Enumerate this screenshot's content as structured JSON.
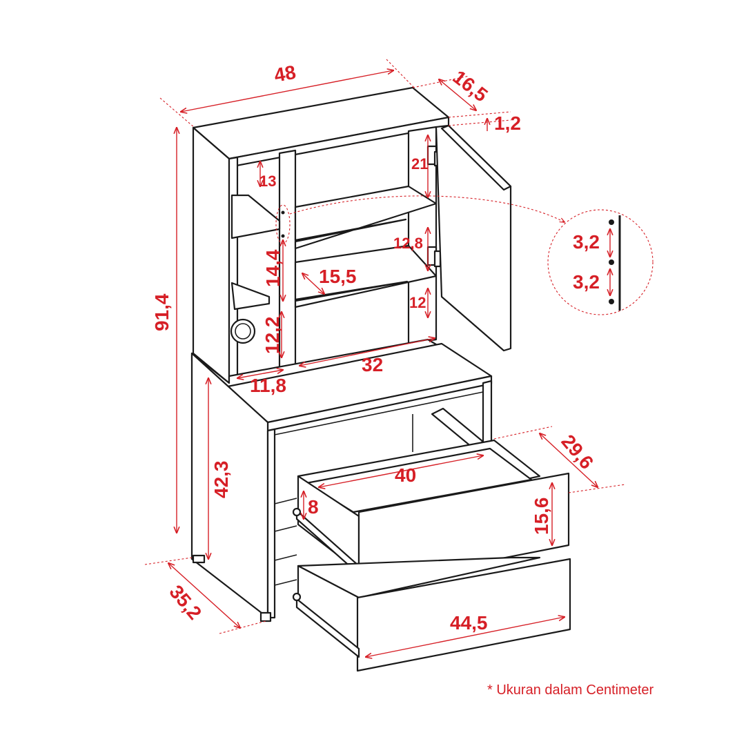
{
  "dimensions": {
    "top_width": "48",
    "top_depth": "16,5",
    "top_thickness": "1,2",
    "total_height": "91,4",
    "compartment_height": "13",
    "door_upper": "21",
    "door_middle": "12,8",
    "door_lower": "12",
    "shelf_height": "14,4",
    "shelf_depth": "15,5",
    "lower_compartment": "12,2",
    "compartment_width": "11,8",
    "inner_width": "32",
    "base_height": "42,3",
    "base_depth": "35,2",
    "drawer_depth": "29,6",
    "drawer_inner_width": "40",
    "drawer_inner_height": "8",
    "drawer_front_height": "15,6",
    "drawer_front_width": "44,5"
  },
  "detail": {
    "hole_spacing_top": "3,2",
    "hole_spacing_bottom": "3,2"
  },
  "footnote": "* Ukuran dalam Centimeter"
}
